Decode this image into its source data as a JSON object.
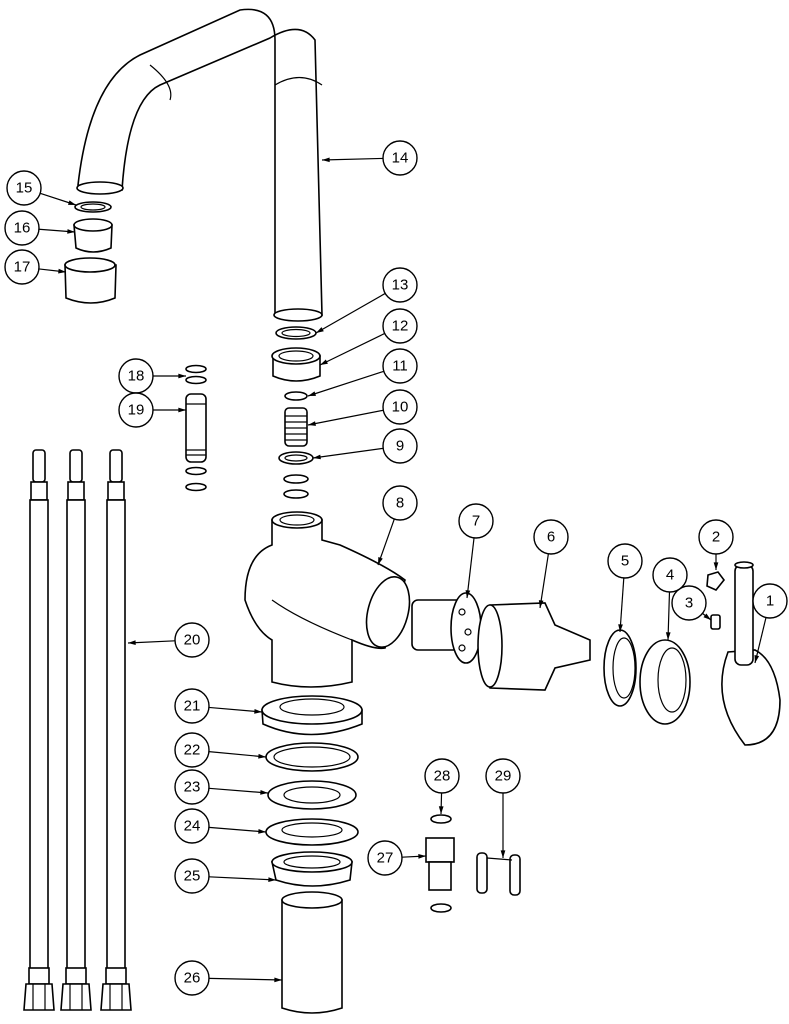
{
  "diagram": {
    "type": "exploded-parts-diagram",
    "callouts": [
      {
        "label": "1"
      },
      {
        "label": "2"
      },
      {
        "label": "3"
      },
      {
        "label": "4"
      },
      {
        "label": "5"
      },
      {
        "label": "6"
      },
      {
        "label": "7"
      },
      {
        "label": "8"
      },
      {
        "label": "9"
      },
      {
        "label": "10"
      },
      {
        "label": "11"
      },
      {
        "label": "12"
      },
      {
        "label": "13"
      },
      {
        "label": "14"
      },
      {
        "label": "15"
      },
      {
        "label": "16"
      },
      {
        "label": "17"
      },
      {
        "label": "18"
      },
      {
        "label": "19"
      },
      {
        "label": "20"
      },
      {
        "label": "21"
      },
      {
        "label": "22"
      },
      {
        "label": "23"
      },
      {
        "label": "24"
      },
      {
        "label": "25"
      },
      {
        "label": "26"
      },
      {
        "label": "27"
      },
      {
        "label": "28"
      },
      {
        "label": "29"
      }
    ]
  }
}
